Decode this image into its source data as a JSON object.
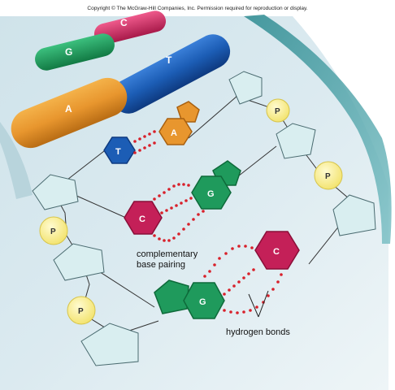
{
  "copyright": "Copyright © The McGraw-Hill Companies, Inc. Permission required for reproduction or display.",
  "helix_bases": [
    {
      "letter": "C",
      "color": "#d9326e"
    },
    {
      "letter": "G",
      "color": "#1f9a5c"
    },
    {
      "letter": "T",
      "color": "#1c5db5"
    },
    {
      "letter": "A",
      "color": "#e8962e"
    }
  ],
  "base_pairs": [
    {
      "left": "T",
      "right": "A"
    },
    {
      "left": "C",
      "right": "G"
    },
    {
      "left": "G",
      "right": "C"
    }
  ],
  "phosphate_label": "P",
  "labels": {
    "complementary_line1": "complementary",
    "complementary_line2": "base pairing",
    "hydrogen_bonds": "hydrogen bonds"
  },
  "colors": {
    "adenine": "#e8962e",
    "thymine": "#1c5db5",
    "cytosine": "#c42058",
    "guanine": "#1f9a5c",
    "phosphate": "#faf08a",
    "sugar": "#d9eef0",
    "hydrogen_bond": "#d8202a"
  }
}
